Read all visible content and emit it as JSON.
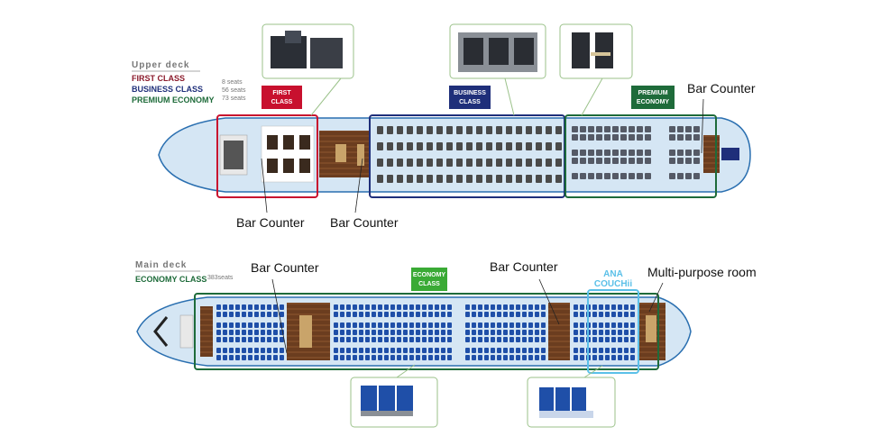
{
  "upper_deck": {
    "title": "Upper deck",
    "legend": [
      {
        "name": "FIRST CLASS",
        "count": "8 seats",
        "color": "#8b1a2b"
      },
      {
        "name": "BUSINESS CLASS",
        "count": "56 seats",
        "color": "#1f2f7a"
      },
      {
        "name": "PREMIUM ECONOMY",
        "count": "73 seats",
        "color": "#1e6b3a"
      }
    ],
    "zones": [
      {
        "key": "first",
        "tag_line1": "FIRST",
        "tag_line2": "CLASS",
        "color": "#c8102e"
      },
      {
        "key": "business",
        "tag_line1": "BUSINESS",
        "tag_line2": "CLASS",
        "color": "#1f2f7a"
      },
      {
        "key": "premium",
        "tag_line1": "PREMIUM",
        "tag_line2": "ECONOMY",
        "color": "#1e6b3a"
      }
    ],
    "callouts": [
      "Bar Counter",
      "Bar Counter",
      "Bar Counter"
    ]
  },
  "main_deck": {
    "title": "Main deck",
    "legend": {
      "name": "ECONOMY CLASS",
      "count": "383seats",
      "color": "#1e6b3a"
    },
    "zone": {
      "tag_line1": "ECONOMY",
      "tag_line2": "CLASS",
      "color": "#3aaa35"
    },
    "couchii": {
      "line1": "ANA",
      "line2": "COUCHii",
      "color": "#5bc0e8"
    },
    "callouts": [
      "Bar Counter",
      "Bar Counter",
      "Multi-purpose room"
    ]
  },
  "colors": {
    "fuselage_fill": "#cfe3f3",
    "fuselage_outline": "#2a6fb0",
    "galley": "#6b3d1f",
    "business_seat": "#4a4a4a",
    "premium_seat": "#555a66",
    "economy_seat": "#1f4fa8"
  },
  "icons": [
    "first-suite-photo-icon",
    "business-seat-photo-icon",
    "premium-seat-photo-icon",
    "economy-seat-photo-icon",
    "couchii-seat-photo-icon"
  ]
}
